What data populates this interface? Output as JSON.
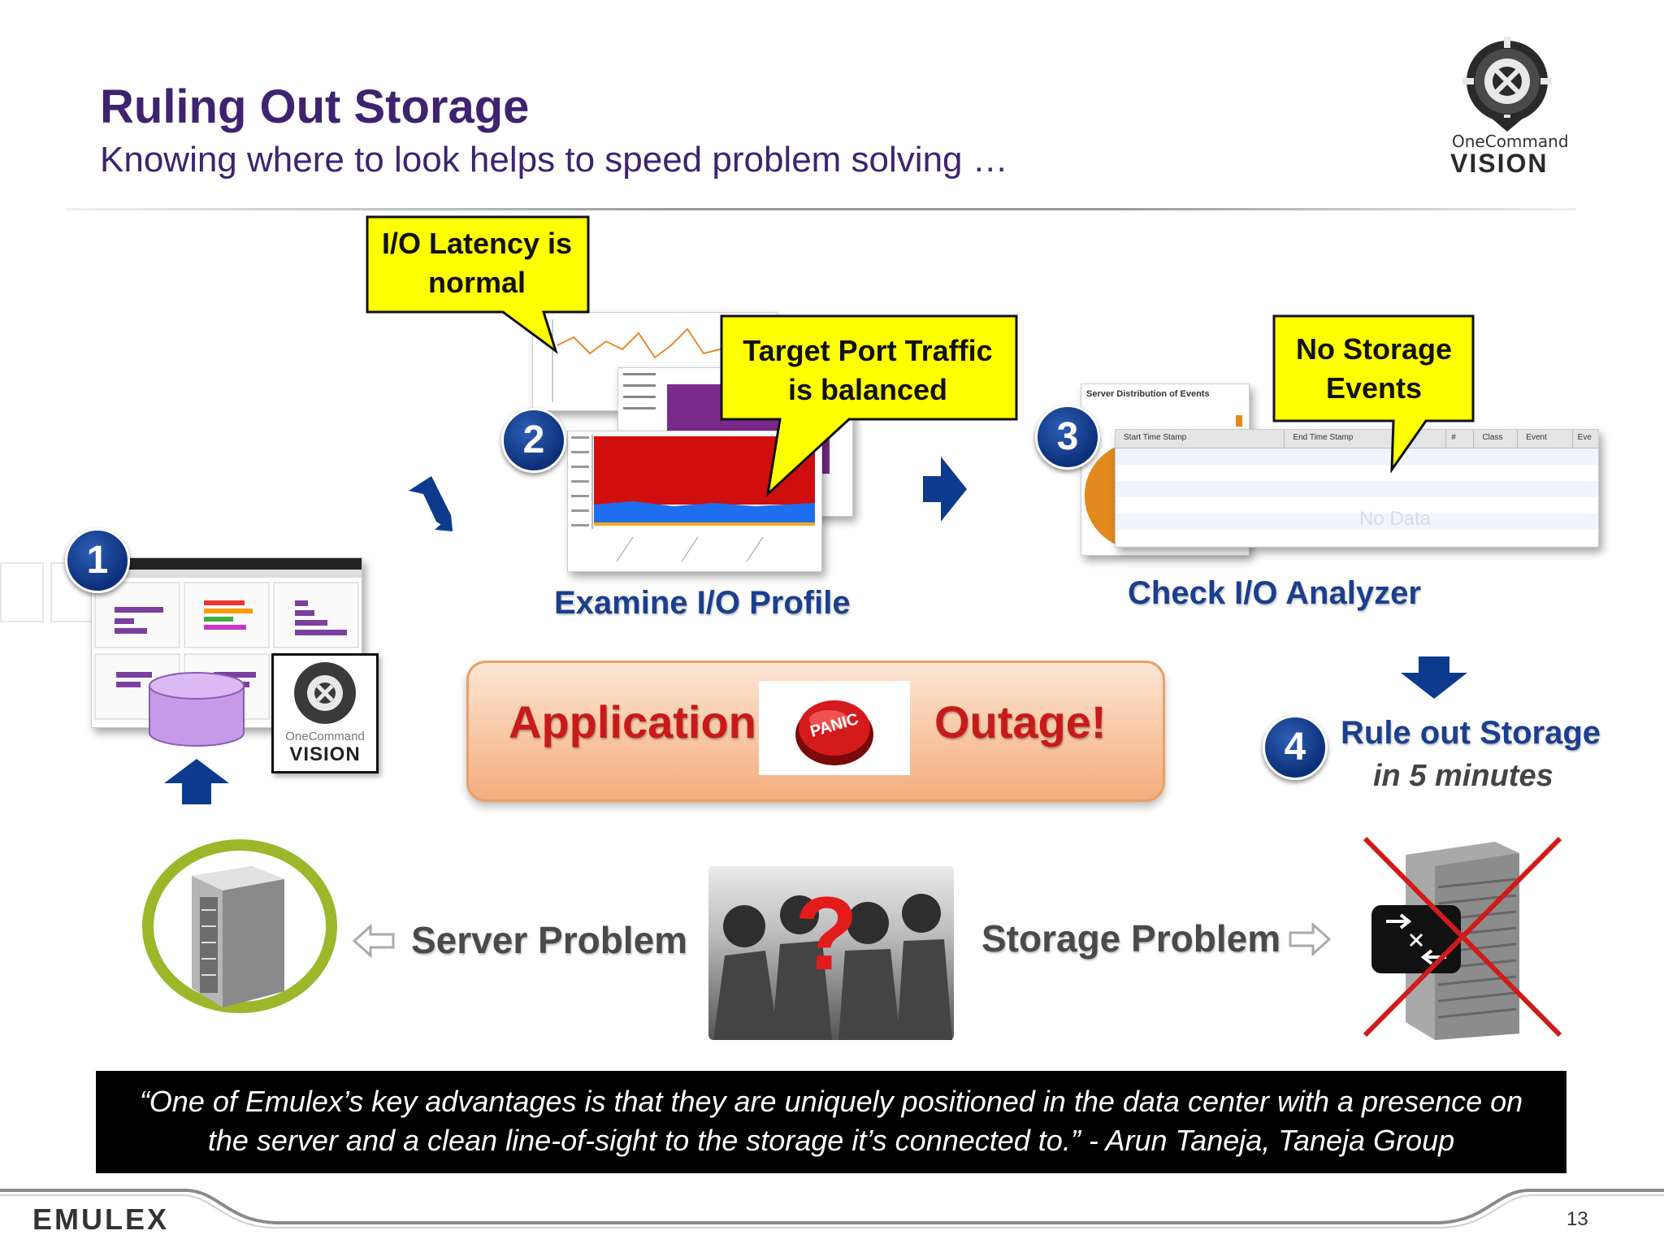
{
  "slide": {
    "title": "Ruling Out Storage",
    "subtitle": "Knowing where to look helps to speed problem solving …",
    "page_number": "13"
  },
  "logo": {
    "line1": "OneCommand",
    "line2": "VISION"
  },
  "steps": [
    {
      "number": "1"
    },
    {
      "number": "2",
      "label": "Examine I/O Profile"
    },
    {
      "number": "3",
      "label": "Check I/O Analyzer"
    },
    {
      "number": "4",
      "label": "Rule out Storage",
      "sublabel": "in 5 minutes"
    }
  ],
  "callouts": {
    "latency": "I/O Latency is normal",
    "traffic": "Target Port Traffic is balanced",
    "events": "No Storage Events"
  },
  "analyzer": {
    "panel_title": "Server Distribution of Events",
    "columns": [
      "Start Time Stamp",
      "End Time Stamp",
      "#",
      "Class",
      "Event",
      "Eve"
    ],
    "empty_text": "No Data"
  },
  "outage": {
    "left": "Application",
    "button": "PANIC",
    "right": "Outage!"
  },
  "problems": {
    "server": "Server Problem",
    "storage": "Storage Problem",
    "mark": "?"
  },
  "quote": {
    "line1": "“One of Emulex’s key advantages is that they are uniquely positioned in the data center with a presence on",
    "line2": "the server and a clean line-of-sight to the storage it’s connected to.” - Arun Taneja, Taneja Group"
  },
  "footer": {
    "brand": "EMULEX"
  },
  "colors": {
    "title": "#3d2370",
    "badge": "#0c2f7a",
    "callout": "#ffff00",
    "outage_text": "#c81a1a",
    "server_ring": "#9cb82a",
    "cross": "#d11b1b"
  }
}
